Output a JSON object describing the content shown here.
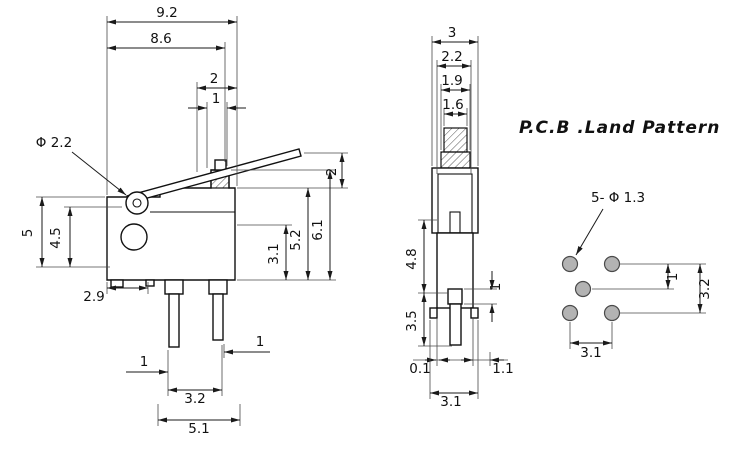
{
  "side": {
    "w_total": "9.2",
    "w_body": "8.6",
    "w_btn2": "2",
    "w_btn1": "1",
    "dia": "Φ 2.2",
    "h5": "5",
    "h45": "4.5",
    "w29": "2.9",
    "h31": "3.1",
    "h52": "5.2",
    "h61": "6.1",
    "h2": "2",
    "p1l": "1",
    "p1r": "1",
    "p32": "3.2",
    "p51": "5.1"
  },
  "front": {
    "w3": "3",
    "w22": "2.2",
    "w19": "1.9",
    "w16": "1.6",
    "h48": "4.8",
    "h35": "3.5",
    "h1": "1",
    "b01": "0.1",
    "b11": "1.1",
    "b31": "3.1"
  },
  "land": {
    "title": "P.C.B .Land Pattern",
    "callout": "5- Φ 1.3",
    "v1": "1",
    "v32": "3.2",
    "h31": "3.1"
  }
}
